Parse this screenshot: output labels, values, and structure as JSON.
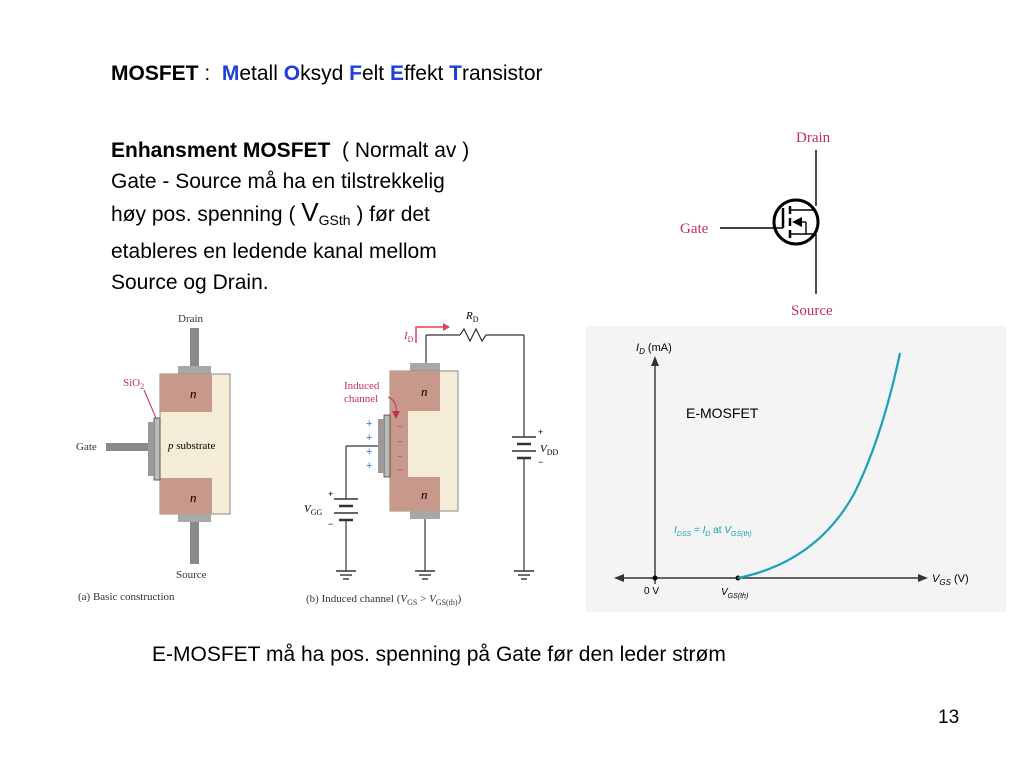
{
  "title": {
    "prefix": "MOSFET",
    "sep": ":",
    "w1_initial": "M",
    "w1_rest": "etall",
    "w2_initial": "O",
    "w2_rest": "ksyd",
    "w3_initial": "F",
    "w3_rest": "elt",
    "w4_initial": "E",
    "w4_rest": "ffekt",
    "w5_initial": "T",
    "w5_rest": "ransistor"
  },
  "intro": {
    "heading": "Enhansment MOSFET",
    "heading_note": "( Normalt av )",
    "line_a": "Gate - Source må ha en tilstrekkelig",
    "line_b_pre": "høy pos. spenning (",
    "vsym": "V",
    "vsub": "GSth",
    "line_b_post": ") før det",
    "line_c": "etableres en ledende kanal mellom",
    "line_d": "Source og Drain."
  },
  "symbol": {
    "drain": "Drain",
    "gate": "Gate",
    "source": "Source"
  },
  "construction": {
    "drain": "Drain",
    "source": "Source",
    "gate": "Gate",
    "sio2": "SiO",
    "sio2_sub": "2",
    "n_top": "n",
    "n_bottom": "n",
    "substrate_p": "p",
    "substrate_word": "substrate",
    "caption": "(a) Basic construction"
  },
  "induced": {
    "id_sym": "I",
    "id_sub": "D",
    "rd_sym": "R",
    "rd_sub": "D",
    "label_line1": "Induced",
    "label_line2": "channel",
    "vdd_sym": "V",
    "vdd_sub": "DD",
    "vgg_sym": "V",
    "vgg_sub": "GG",
    "n_top": "n",
    "n_bottom": "n",
    "caption_pre": "(b) Induced channel (",
    "caption_v1": "V",
    "caption_s1": "GS",
    "caption_gt": " > ",
    "caption_v2": "V",
    "caption_s2": "GS(th)",
    "caption_post": ")"
  },
  "graph": {
    "y_label_sym": "I",
    "y_label_sub": "D",
    "y_label_unit": " (mA)",
    "x_label_sym": "V",
    "x_label_sub": "GS",
    "x_label_unit": " (V)",
    "origin": "0 V",
    "vth_sym": "V",
    "vth_sub": "GS(th)",
    "legend": "E-MOSFET",
    "formula_a": "I",
    "formula_a_sub": "DSS",
    "formula_eq": " = ",
    "formula_b": "I",
    "formula_b_sub": "D",
    "formula_at": " at ",
    "formula_c": "V",
    "formula_c_sub": "GS(th)"
  },
  "footer": {
    "statement": "E-MOSFET må ha pos. spenning på Gate før den leder strøm",
    "page": "13"
  },
  "colors": {
    "accent": "#1f3fd6",
    "symbol": "#c0305a",
    "curve": "#1aa0b8",
    "n_region": "#c8998a",
    "substrate": "#f4ecd6"
  }
}
